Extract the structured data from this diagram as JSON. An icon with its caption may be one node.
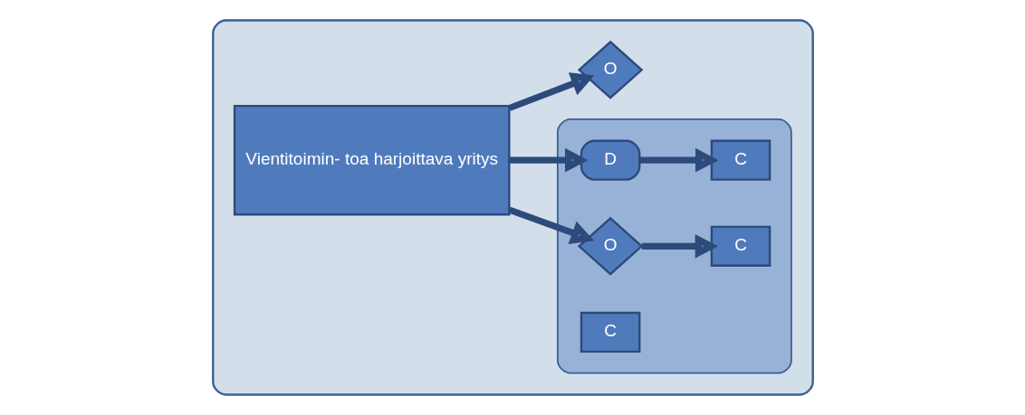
{
  "diagram": {
    "nodes": [
      {
        "text": [],
        "shape": "box"
      },
      {
        "text": [
          "Vientitoimin- toa harjoittava yritys"
        ],
        "in": 0
      },
      {
        "text": [],
        "shape": "ellipse",
        "in": 0
      },
      {
        "text": [
          "D"
        ],
        "in": 2
      },
      {
        "text": [
          "O"
        ],
        "in": 2
      },
      {
        "text": [
          "C"
        ],
        "in": 2
      },
      {
        "text": [
          "C"
        ],
        "in": 2
      },
      {
        "text": [
          "C"
        ],
        "in": 2
      },
      {
        "text": [
          "O"
        ],
        "in": 0
      }
    ],
    "edges": [
      {
        "from": 1,
        "to": 3,
        "arrow": "to"
      },
      {
        "from": 1,
        "to": 4,
        "arrow": "to"
      },
      {
        "from": 1,
        "to": 8,
        "arrow": "to"
      },
      {
        "from": 3,
        "to": 5,
        "arrow": "to"
      },
      {
        "from": 4,
        "to": 6,
        "arrow": "to"
      }
    ]
  }
}
